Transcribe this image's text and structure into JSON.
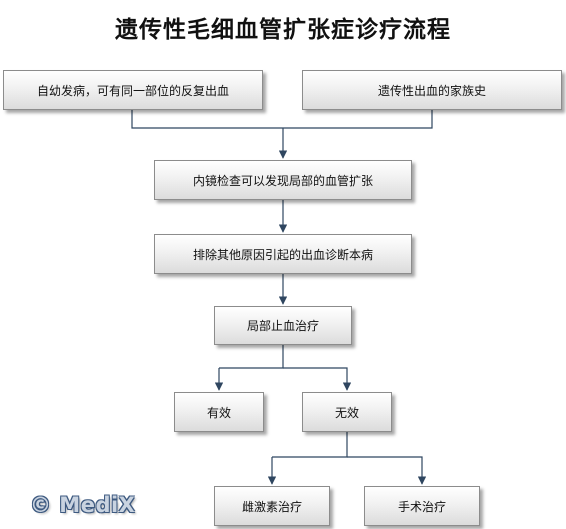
{
  "title": "遗传性毛细血管扩张症诊疗流程",
  "nodes": {
    "spontaneous_bleeding": "自幼发病，可有同一部位的反复出血",
    "family_history": "遗传性出血的家族史",
    "endoscopy": "内镜检查可以发现局部的血管扩张",
    "exclude_other": "排除其他原因引起的出血诊断本病",
    "local_hemostasis": "局部止血治疗",
    "effective": "有效",
    "ineffective": "无效",
    "estrogen": "雌激素治疗",
    "surgery": "手术治疗"
  },
  "watermark": "© MediX",
  "colors": {
    "line": "#2f4660",
    "box_border": "#8c8c8c"
  }
}
